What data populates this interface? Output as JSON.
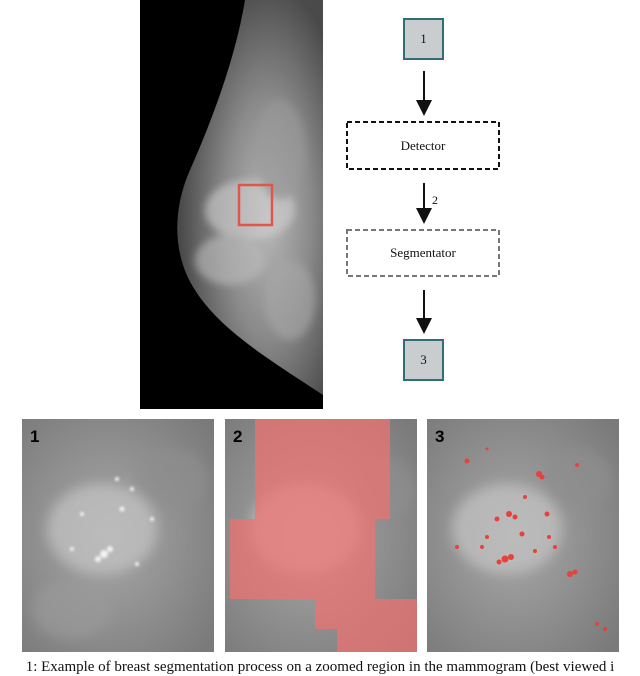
{
  "flow": {
    "input_label": "1",
    "detector_label": "Detector",
    "arrow_label": "2",
    "segmentator_label": "Segmentator",
    "output_label": "3"
  },
  "panels": [
    {
      "number": "1"
    },
    {
      "number": "2"
    },
    {
      "number": "3"
    }
  ],
  "caption": "1: Example of breast segmentation process on a zoomed region in the mammogram (best viewed i",
  "colors": {
    "highlight_box": "#e0564a",
    "mask_overlay": "#f07070",
    "solid_box_fill": "#c9cdd0",
    "solid_box_border": "#2e6e74"
  }
}
